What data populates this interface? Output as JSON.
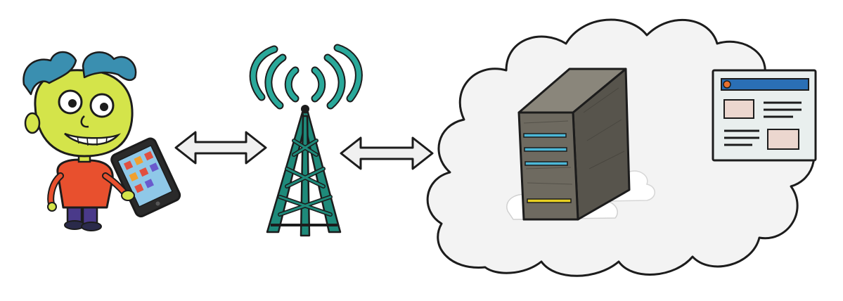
{
  "diagram": {
    "nodes": [
      {
        "id": "user",
        "icon": "user-with-phone-icon"
      },
      {
        "id": "tower",
        "icon": "cell-tower-icon"
      },
      {
        "id": "cloud",
        "icon": "cloud-icon"
      },
      {
        "id": "server",
        "icon": "server-icon"
      },
      {
        "id": "webpage",
        "icon": "webpage-icon"
      }
    ],
    "edges": [
      {
        "from": "user",
        "to": "tower",
        "direction": "both"
      },
      {
        "from": "tower",
        "to": "cloud",
        "direction": "both"
      }
    ],
    "colors": {
      "skin": "#d4e44a",
      "hair": "#3a8fb0",
      "shirt": "#e8502e",
      "pants": "#4a3a8a",
      "tower": "#1e8a7a",
      "signal": "#2aa89a",
      "server": "#6e6a60",
      "server_stripe": "#4cb8d8",
      "server_led": "#e8d020",
      "webpage_bar": "#2a6fb5",
      "webpage_dot": "#e8702e",
      "webpage_bg": "#e9efee",
      "cloud_fill": "#f3f3f3",
      "arrow_fill": "#f0f0f0"
    }
  }
}
